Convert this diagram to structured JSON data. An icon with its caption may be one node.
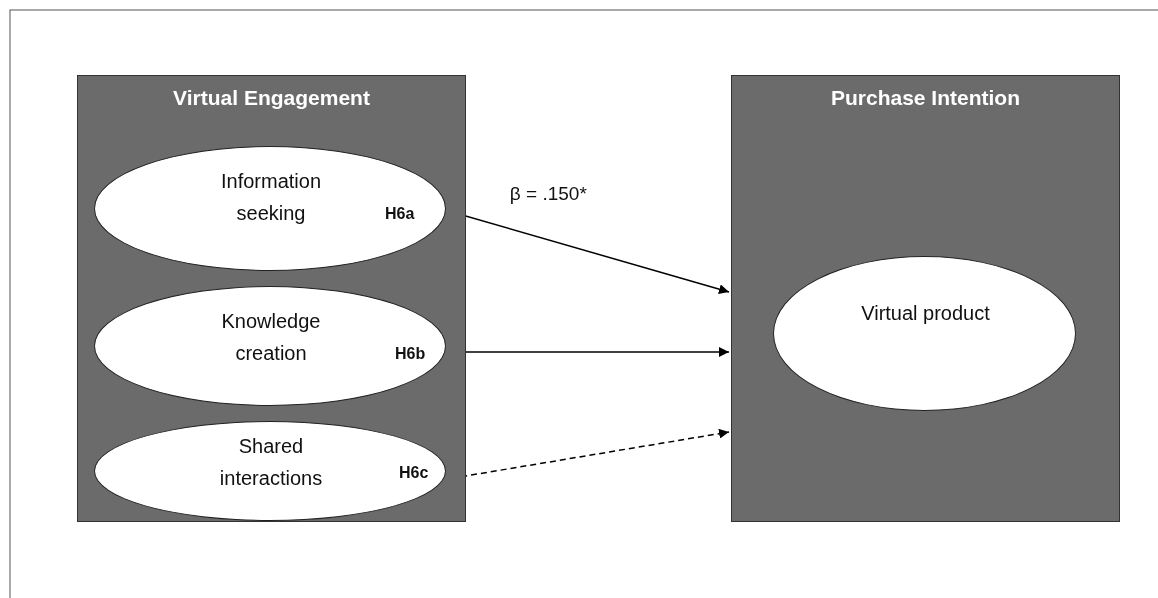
{
  "diagram": {
    "nodes": [
      {
        "text": [
          "Virtual Engagement"
        ]
      },
      {
        "text": [
          "Information seeking",
          "H6a"
        ],
        "in": 0
      },
      {
        "text": [
          "Knowledge creation",
          "H6b"
        ],
        "in": 0
      },
      {
        "text": [
          "Shared interactions",
          "H6c"
        ],
        "in": 0
      },
      {
        "text": [
          "Purchase Intention"
        ]
      },
      {
        "text": [
          "Virtual product"
        ],
        "in": 4
      }
    ],
    "edges": [
      {
        "from": 1,
        "to": 4,
        "arrow": "to",
        "label": "β = .150*"
      },
      {
        "from": 2,
        "to": 4,
        "arrow": "to"
      },
      {
        "from": 3,
        "to": 4,
        "arrow": "to",
        "style": "dashed"
      }
    ]
  }
}
